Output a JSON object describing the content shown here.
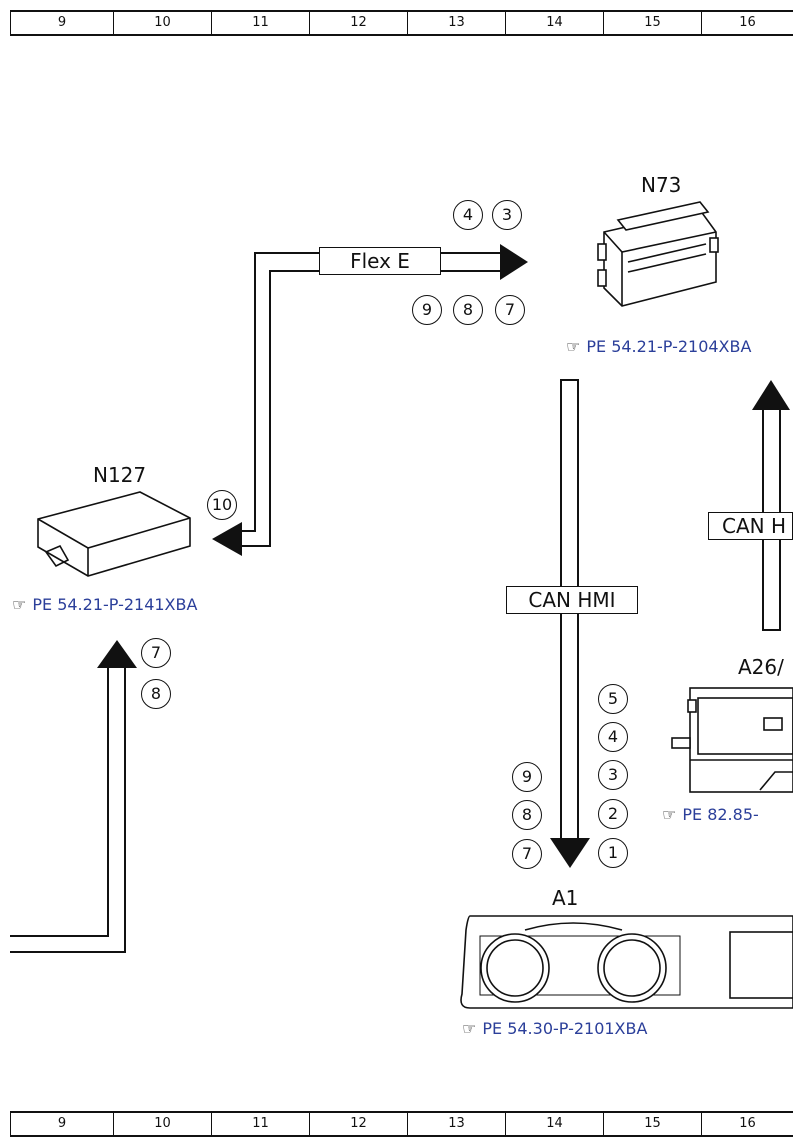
{
  "ruler": {
    "cells": [
      "9",
      "10",
      "11",
      "12",
      "13",
      "14",
      "15",
      "16"
    ]
  },
  "components": {
    "n73": {
      "label": "N73",
      "ref": "PE 54.21-P-2104XBA"
    },
    "n127": {
      "label": "N127",
      "ref": "PE 54.21-P-2141XBA"
    },
    "a1": {
      "label": "A1",
      "ref": "PE 54.30-P-2101XBA"
    },
    "a26": {
      "label": "A26/",
      "ref": "PE 82.85-"
    }
  },
  "buses": {
    "flex_e": "Flex E",
    "can_hmi": "CAN HMI",
    "can_h_partial": "CAN H"
  },
  "markers": {
    "flex_top": [
      "4",
      "3"
    ],
    "flex_bottom": [
      "9",
      "8",
      "7"
    ],
    "n127_in": [
      "10"
    ],
    "left_up": [
      "7",
      "8"
    ],
    "can_left": [
      "9",
      "8",
      "7"
    ],
    "can_right": [
      "5",
      "4",
      "3",
      "2",
      "1"
    ]
  },
  "icons": {
    "reference": "pointing-hand-icon"
  }
}
